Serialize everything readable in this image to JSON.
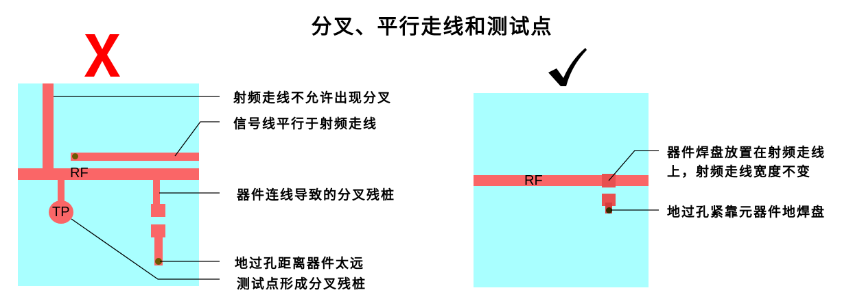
{
  "title": "分叉、平行走线和测试点",
  "left_panel": {
    "verdict_icon": "cross-mark",
    "verdict_glyph": "X",
    "verdict_color": "#ff0000",
    "rf_label": "RF",
    "tp_label": "TP",
    "annotations": [
      "射频走线不允许出现分叉",
      "信号线平行于射频走线",
      "器件连线导致的分叉残桩",
      "地过孔距离器件太远",
      "测试点形成分叉残桩"
    ]
  },
  "right_panel": {
    "verdict_icon": "check-mark",
    "verdict_glyph": "✔",
    "verdict_color": "#000000",
    "rf_label": "RF",
    "annotations": [
      "器件焊盘放置在射频走线",
      "上，射频走线宽度不变",
      "地过孔紧靠元器件地焊盘"
    ]
  },
  "colors": {
    "board": "#a9ffff",
    "trace": "#fa6667",
    "pad": "#e85050",
    "via": "#6b5a00"
  }
}
